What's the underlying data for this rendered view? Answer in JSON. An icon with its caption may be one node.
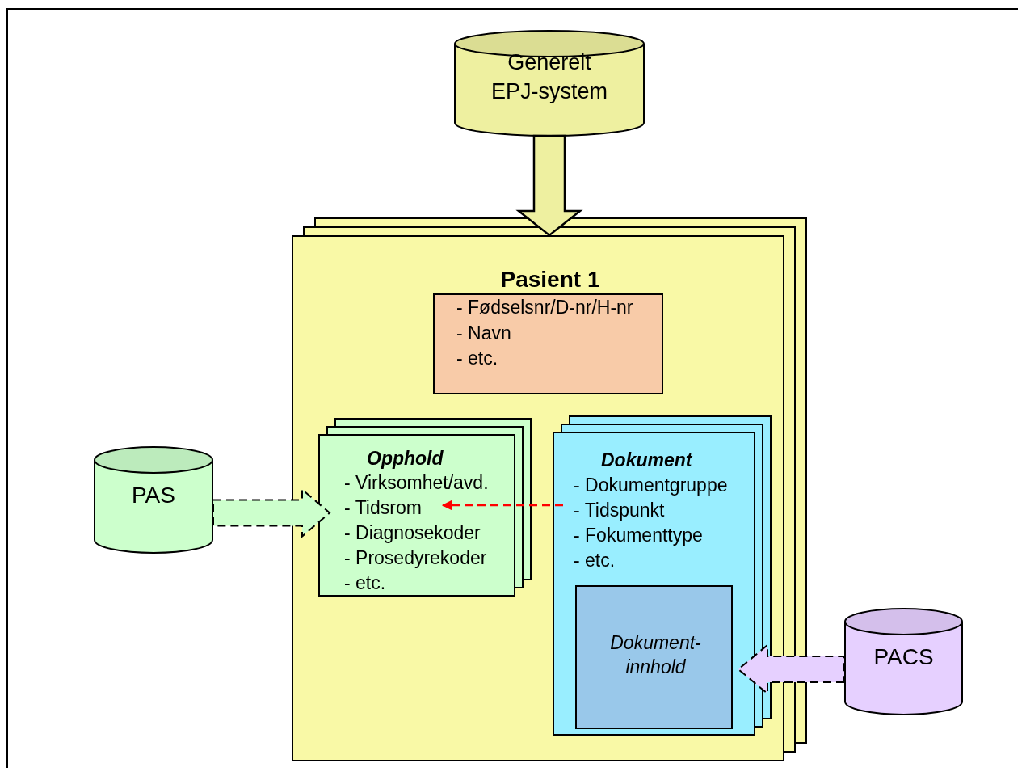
{
  "diagram": {
    "nodes": [
      {
        "text": [
          "Generelt EPJ-system"
        ]
      },
      {
        "text": [
          "Pasient 1"
        ]
      },
      {
        "text": [
          "- Fødselsnr/D-nr/H-nr",
          "- Navn",
          "- etc."
        ],
        "in": 1
      },
      {
        "text": [
          "Opphold",
          "- Virksomhet/avd.",
          "- Tidsrom",
          "- Diagnosekoder",
          "- Prosedyrekoder",
          "- etc."
        ],
        "in": 1
      },
      {
        "text": [
          "Dokument",
          "- Dokumentgruppe",
          "- Tidspunkt",
          "- Fokumenttype",
          "- etc."
        ],
        "in": 1
      },
      {
        "text": [
          "Dokument-innhold"
        ],
        "in": 4
      },
      {
        "text": [
          "PAS"
        ]
      },
      {
        "text": [
          "PACS"
        ]
      }
    ],
    "edges": [
      {
        "from": 0,
        "to": 1,
        "arrow": "to",
        "style": "thick"
      },
      {
        "from": 6,
        "to": 3,
        "arrow": "to",
        "style": "dashed"
      },
      {
        "from": 4,
        "to": 3,
        "arrow": "to",
        "style": "dashed",
        "color": "#ff0000"
      },
      {
        "from": 7,
        "to": 5,
        "arrow": "to",
        "style": "dashed"
      }
    ]
  }
}
